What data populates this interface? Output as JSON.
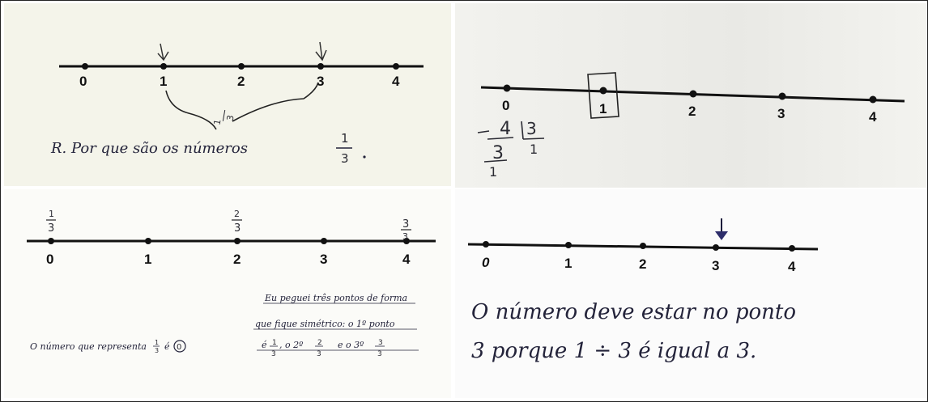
{
  "panels": [
    {
      "ticks": [
        "0",
        "1",
        "2",
        "3",
        "4"
      ],
      "answer_text": "R. Por que são os números",
      "fraction_num": "1",
      "fraction_den": "3",
      "arc_num": "1",
      "arc_den": "3"
    },
    {
      "ticks": [
        "0",
        "1",
        "2",
        "3",
        "4"
      ],
      "work_a_top": "4",
      "work_a_mid": "3",
      "work_a_bot": "1",
      "work_b_top": "3",
      "work_b_bot": "1"
    },
    {
      "ticks": [
        "0",
        "1",
        "2",
        "3",
        "4"
      ],
      "marks": [
        {
          "num": "1",
          "den": "3"
        },
        {
          "num": "2",
          "den": "3"
        },
        {
          "num": "3",
          "den": "3"
        }
      ],
      "left_text": "O número que representa",
      "left_frac_num": "1",
      "left_frac_den": "3",
      "left_answer": "é",
      "left_circled": "0",
      "right_line1": "Eu peguei três pontos de forma",
      "right_line2": "que fique simétrico: o 1º ponto",
      "right_line3a": "é",
      "right_line3b": ", o 2º",
      "right_line3c": "e o 3º",
      "right_fracs": [
        {
          "num": "1",
          "den": "3"
        },
        {
          "num": "2",
          "den": "3"
        },
        {
          "num": "3",
          "den": "3"
        }
      ]
    },
    {
      "ticks": [
        "0",
        "1",
        "2",
        "3",
        "4"
      ],
      "line1": "O número deve estar no ponto",
      "line2": "3 porque 1 ÷ 3 é igual a 3."
    }
  ]
}
